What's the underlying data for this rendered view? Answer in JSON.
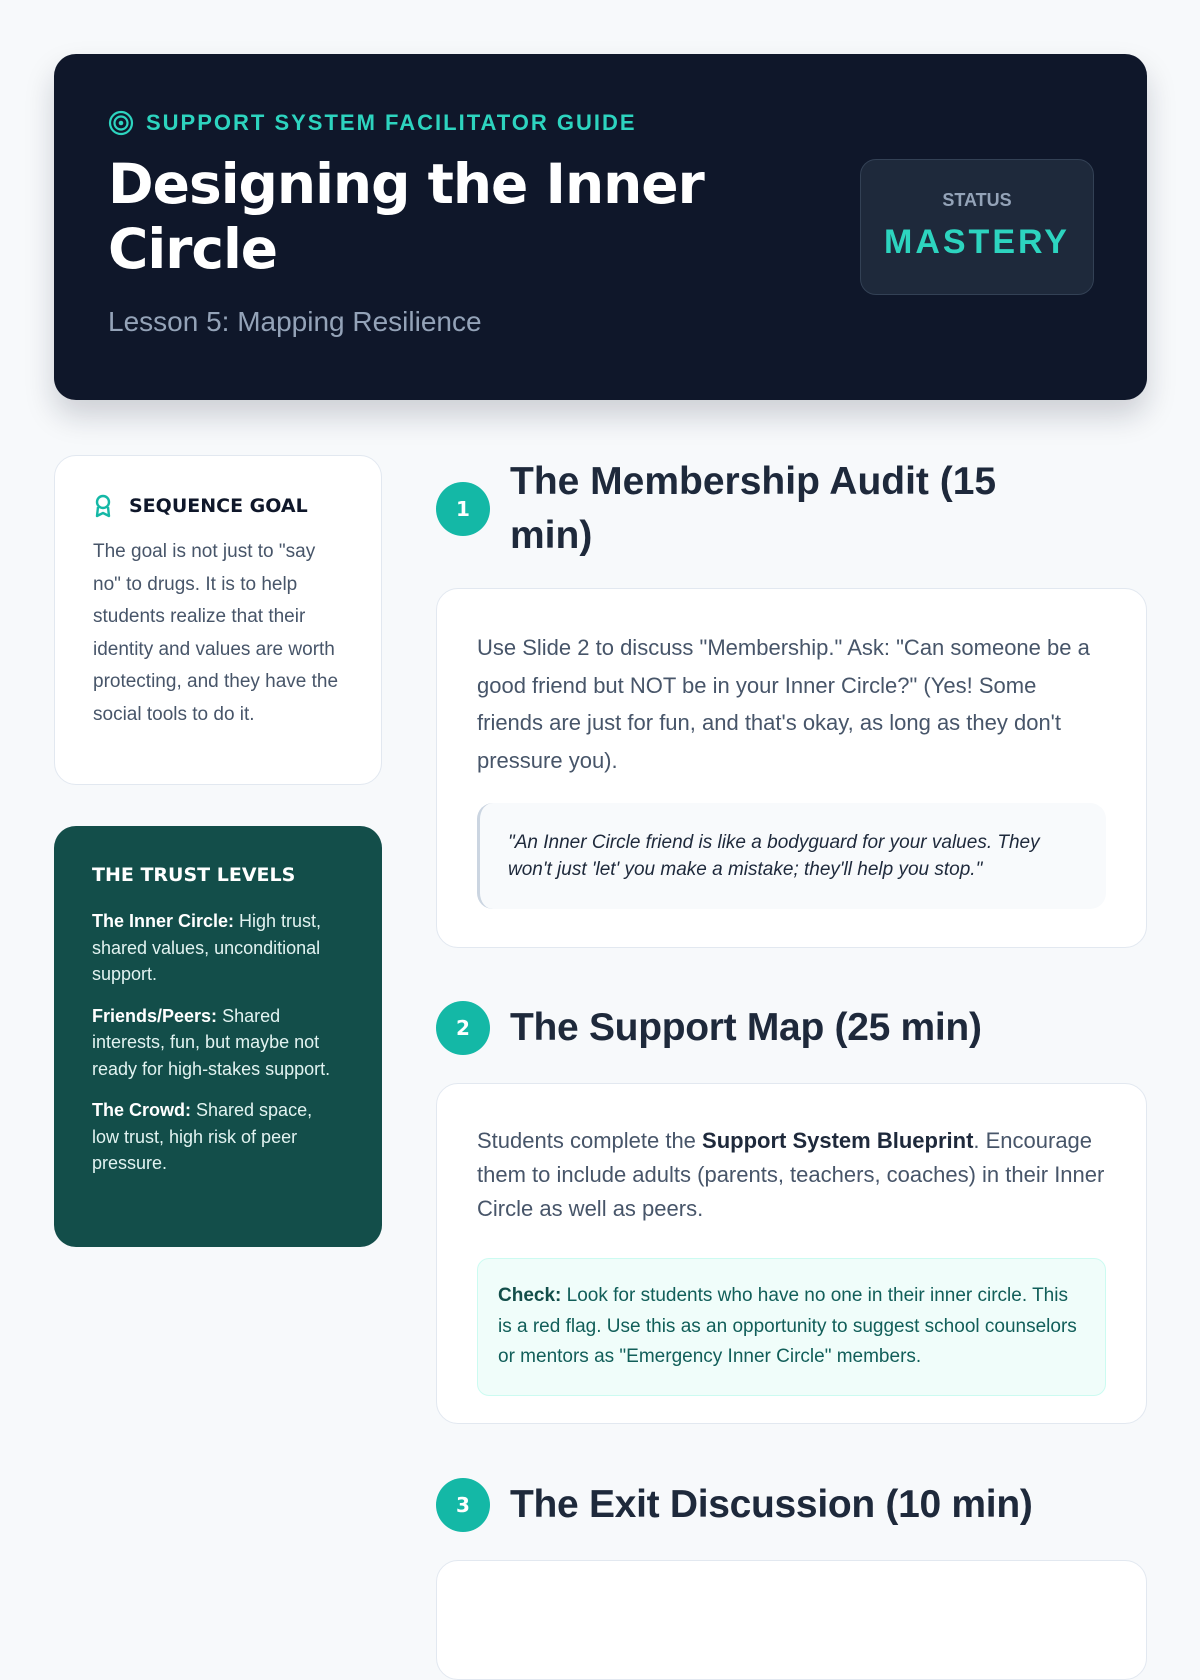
{
  "hero": {
    "kicker": "SUPPORT SYSTEM FACILITATOR GUIDE",
    "kicker_icon": "target-icon",
    "title": "Designing the Inner Circle",
    "subtitle": "Lesson 5: Mapping Resilience",
    "status_label": "STATUS",
    "status_value": "MASTERY"
  },
  "sidebar": {
    "goal": {
      "icon": "award-icon",
      "title": "SEQUENCE GOAL",
      "text": "The goal is not just to \"say no\" to drugs. It is to help students realize that their identity and values are worth protecting, and they have the social tools to do it."
    },
    "trust": {
      "title": "THE TRUST LEVELS",
      "items": [
        {
          "term": "The Inner Circle:",
          "desc": " High trust, shared values, unconditional support."
        },
        {
          "term": "Friends/Peers:",
          "desc": " Shared interests, fun, but maybe not ready for high-stakes support."
        },
        {
          "term": "The Crowd:",
          "desc": " Shared space, low trust, high risk of peer pressure."
        }
      ]
    }
  },
  "sections": [
    {
      "num": "1",
      "title": "The Membership Audit (15 min)",
      "body": "Use Slide 2 to discuss \"Membership.\" Ask: \"Can someone be a good friend but NOT be in your Inner Circle?\" (Yes! Some friends are just for fun, and that's okay, as long as they don't pressure you).",
      "quote": "\"An Inner Circle friend is like a bodyguard for your values. They won't just 'let' you make a mistake; they'll help you stop.\""
    },
    {
      "num": "2",
      "title": "The Support Map (25 min)",
      "body_pre": "Students complete the ",
      "body_bold": "Support System Blueprint",
      "body_post": ". Encourage them to include adults (parents, teachers, coaches) in their Inner Circle as well as peers.",
      "check_label": "Check:",
      "check_text": " Look for students who have no one in their inner circle. This is a red flag. Use this as an opportunity to suggest school counselors or mentors as \"Emergency Inner Circle\" members."
    },
    {
      "num": "3",
      "title": "The Exit Discussion (10 min)"
    }
  ],
  "colors": {
    "accent": "#14b8a6",
    "hero_bg": "#0f172a",
    "trust_bg": "#134e4a"
  }
}
